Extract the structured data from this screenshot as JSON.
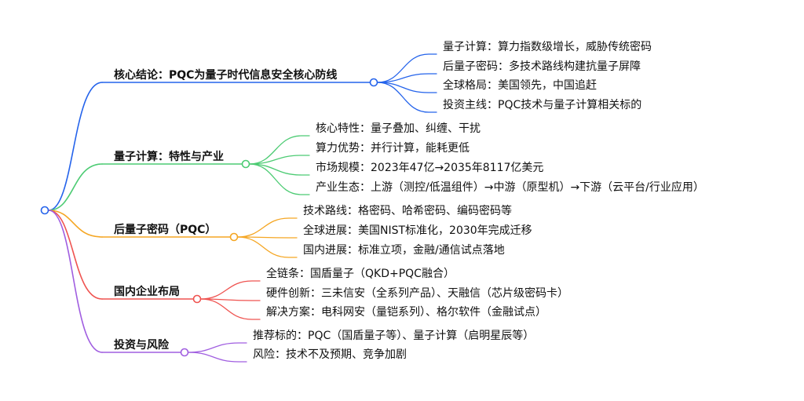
{
  "mindmap": {
    "branches": [
      {
        "label": "核心结论：PQC为量子时代信息安全核心防线",
        "color": "#2463eb",
        "children": [
          "量子计算：算力指数级增长，威胁传统密码",
          "后量子密码：多技术路线构建抗量子屏障",
          "全球格局：美国领先，中国追赶",
          "投资主线：PQC技术与量子计算相关标的"
        ]
      },
      {
        "label": "量子计算：特性与产业",
        "color": "#4ccb73",
        "children": [
          "核心特性：量子叠加、纠缠、干扰",
          "算力优势：并行计算，能耗更低",
          "市场规模：2023年47亿→2035年8117亿美元",
          "产业生态：上游（测控/低温组件）→中游（原型机）→下游（云平台/行业应用）"
        ]
      },
      {
        "label": "后量子密码（PQC）",
        "color": "#f5a623",
        "children": [
          "技术路线：格密码、哈希密码、编码密码等",
          "全球进展：美国NIST标准化，2030年完成迁移",
          "国内进展：标准立项，金融/通信试点落地"
        ]
      },
      {
        "label": "国内企业布局",
        "color": "#ef5350",
        "children": [
          "全链条：国盾量子（QKD+PQC融合）",
          "硬件创新：三未信安（全系列产品）、天融信（芯片级密码卡）",
          "解决方案：电科网安（量铠系列）、格尔软件（金融试点）"
        ]
      },
      {
        "label": "投资与风险",
        "color": "#a05ee0",
        "children": [
          "推荐标的：PQC（国盾量子等）、量子计算（启明星辰等）",
          "风险：技术不及预期、竞争加剧"
        ]
      }
    ],
    "root_color": "#2463eb"
  }
}
